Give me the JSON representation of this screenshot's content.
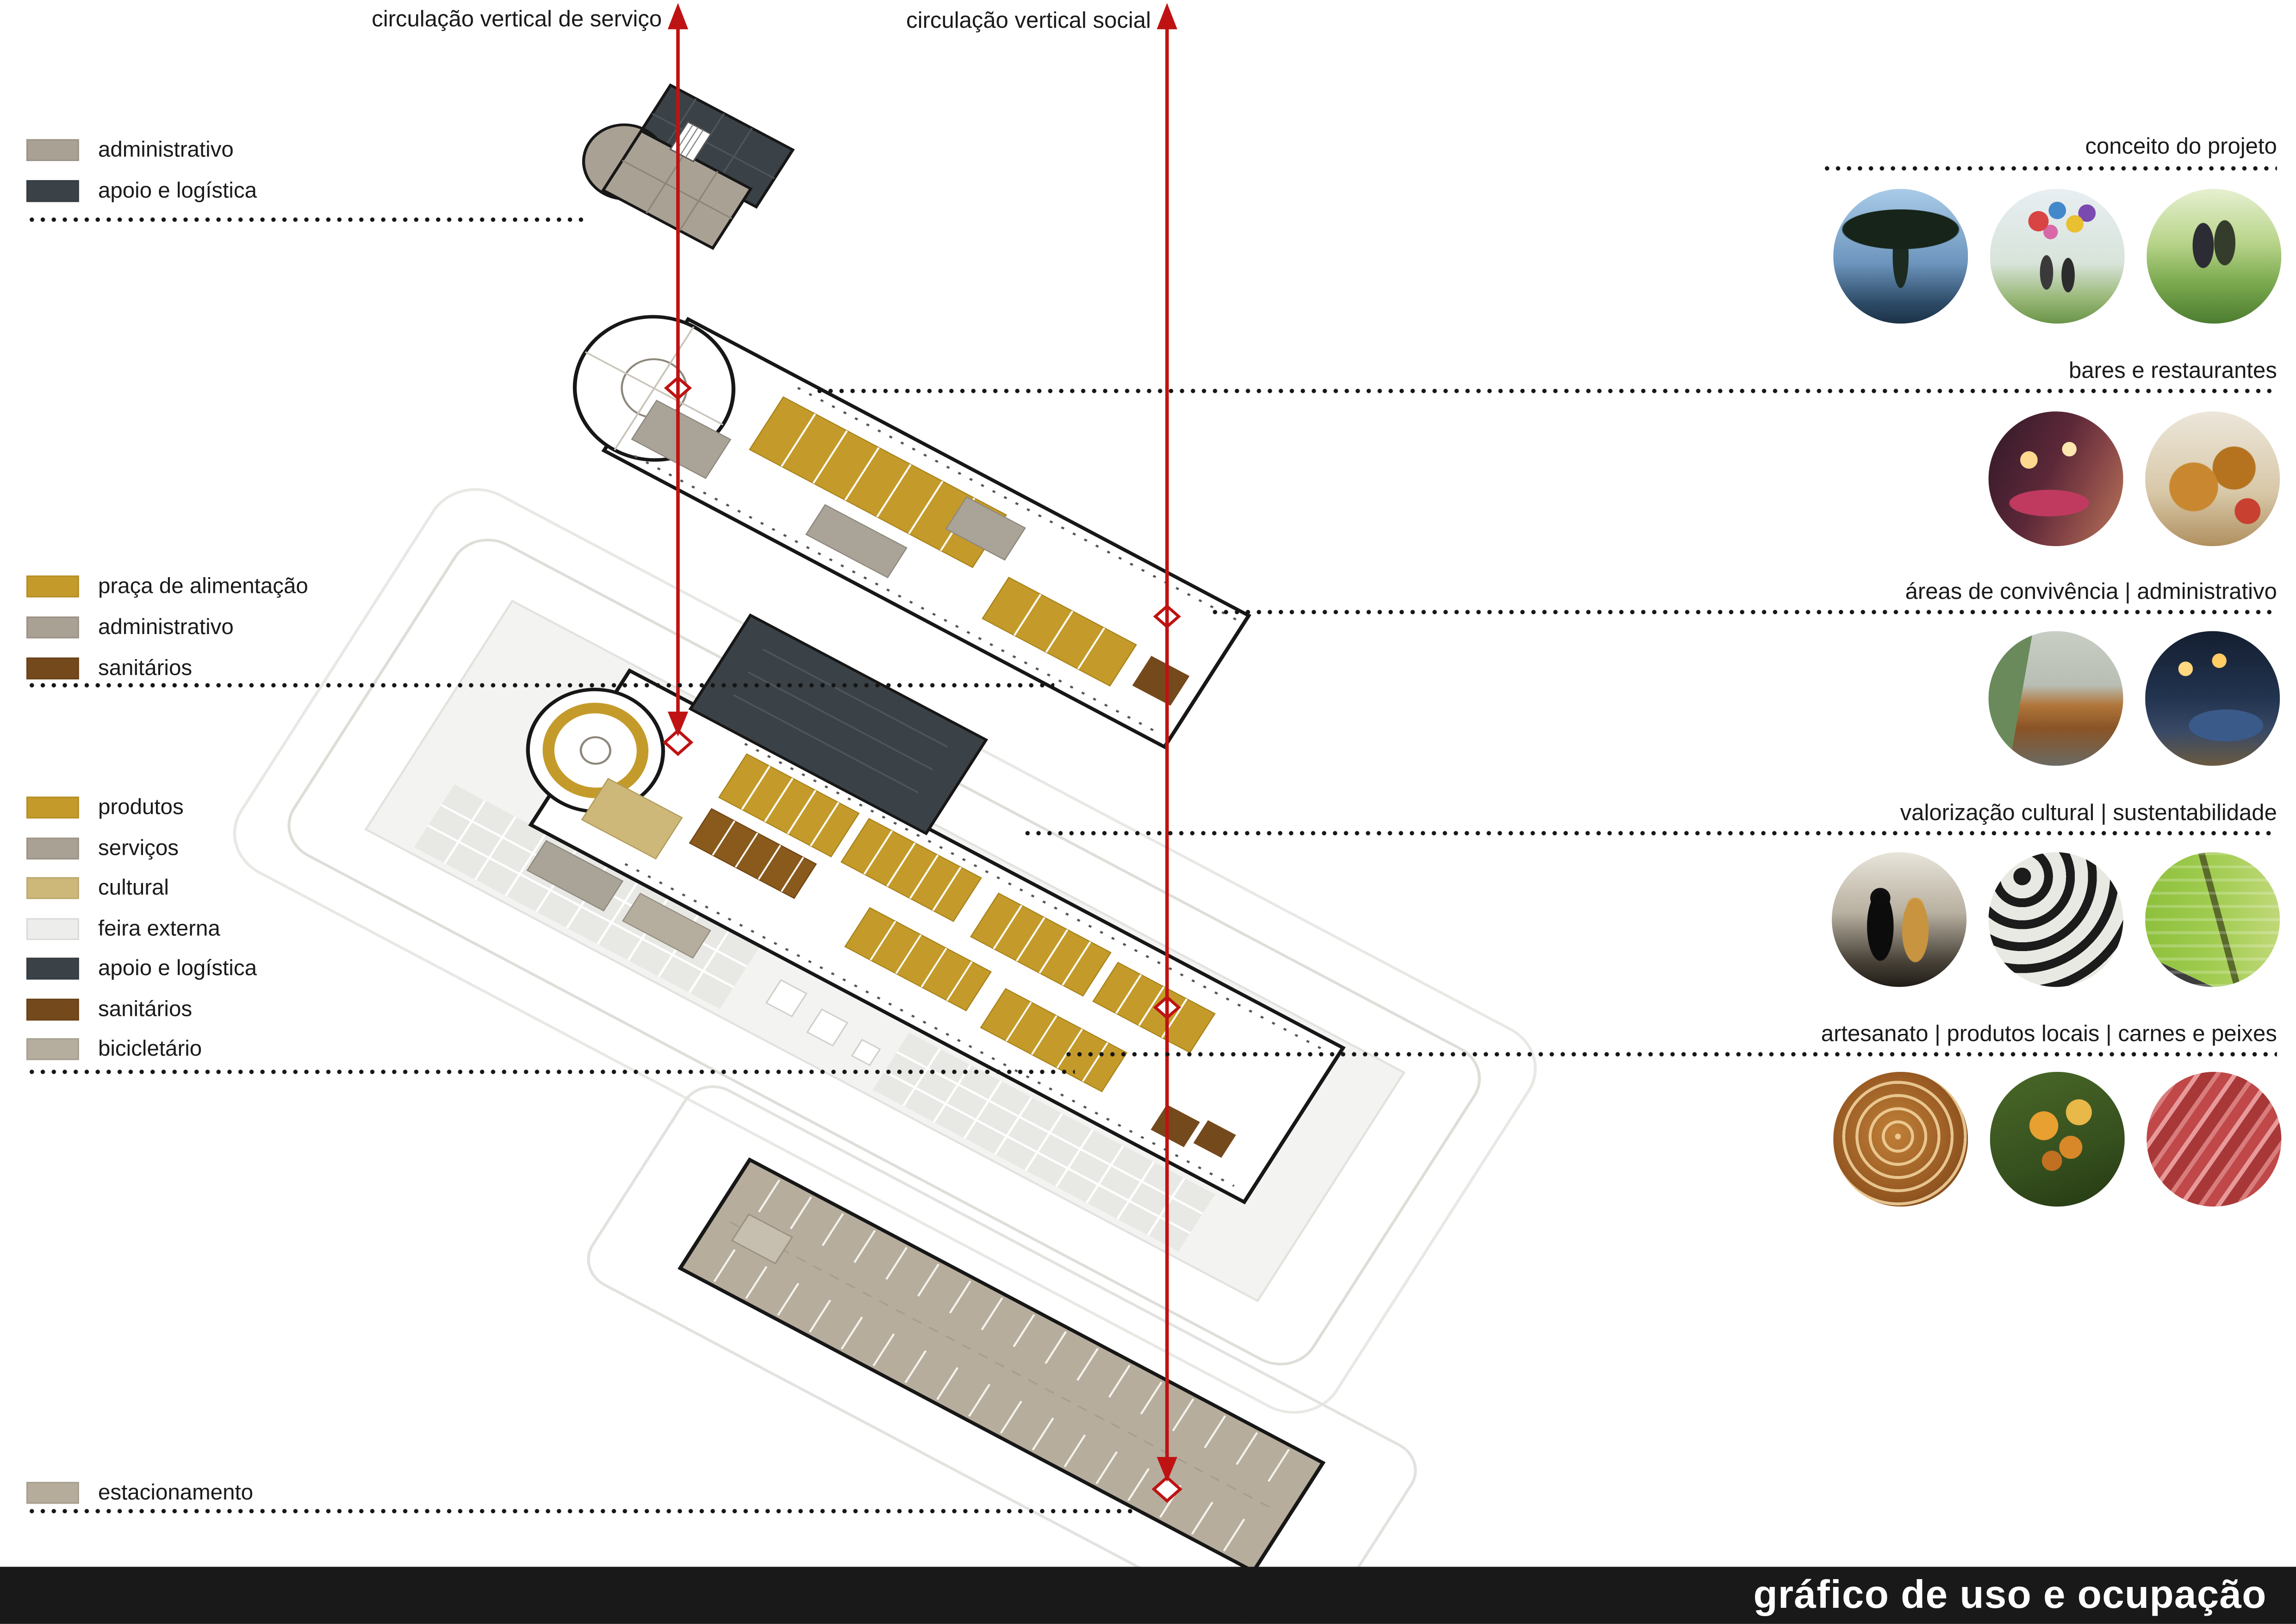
{
  "page": {
    "title": "gráfico de uso e ocupação",
    "accent_red": "#bf1212",
    "titlebar_bg": "#191919"
  },
  "circulation_labels": {
    "service": "circulação vertical de serviço",
    "social": "circulação vertical social"
  },
  "legend_groups": [
    {
      "id": "pavimento-administrativo",
      "items": [
        {
          "label": "administrativo",
          "color": "#a9a193"
        },
        {
          "label": "apoio e logística",
          "color": "#3b4247"
        }
      ]
    },
    {
      "id": "pavimento-praca-de-alimentacao",
      "items": [
        {
          "label": "praça de alimentação",
          "color": "#c49b2a"
        },
        {
          "label": "administrativo",
          "color": "#a9a193"
        },
        {
          "label": "sanitários",
          "color": "#74491c"
        }
      ]
    },
    {
      "id": "pavimento-terreo",
      "items": [
        {
          "label": "produtos",
          "color": "#c49b2a"
        },
        {
          "label": "serviços",
          "color": "#a9a193"
        },
        {
          "label": "cultural",
          "color": "#cdb87a"
        },
        {
          "label": "feira externa",
          "color": "#ededeb"
        },
        {
          "label": "apoio e logística",
          "color": "#3b4247"
        },
        {
          "label": "sanitários",
          "color": "#74491c"
        },
        {
          "label": "bicicletário",
          "color": "#b5ad9e"
        }
      ]
    },
    {
      "id": "pavimento-estacionamento",
      "items": [
        {
          "label": "estacionamento",
          "color": "#b5ac9c"
        }
      ]
    }
  ],
  "photo_groups": [
    {
      "heading": "conceito do projeto",
      "photos": [
        "araucaria-tree",
        "children-with-balloons",
        "couple-cycling"
      ]
    },
    {
      "heading": "bares e restaurantes",
      "photos": [
        "bar-interior",
        "fried-snacks"
      ]
    },
    {
      "heading": "áreas de convivência | administrativo",
      "photos": [
        "outdoor-seating-deck",
        "modern-lounge-interior"
      ]
    },
    {
      "heading": "valorização cultural | sustentabilidade",
      "photos": [
        "chess-pieces",
        "portuguese-pavement",
        "green-building"
      ]
    },
    {
      "heading": "artesanato | produtos locais | carnes e peixes",
      "photos": [
        "indigenous-ceramic",
        "local-flowers",
        "cuts-of-meat"
      ]
    }
  ]
}
